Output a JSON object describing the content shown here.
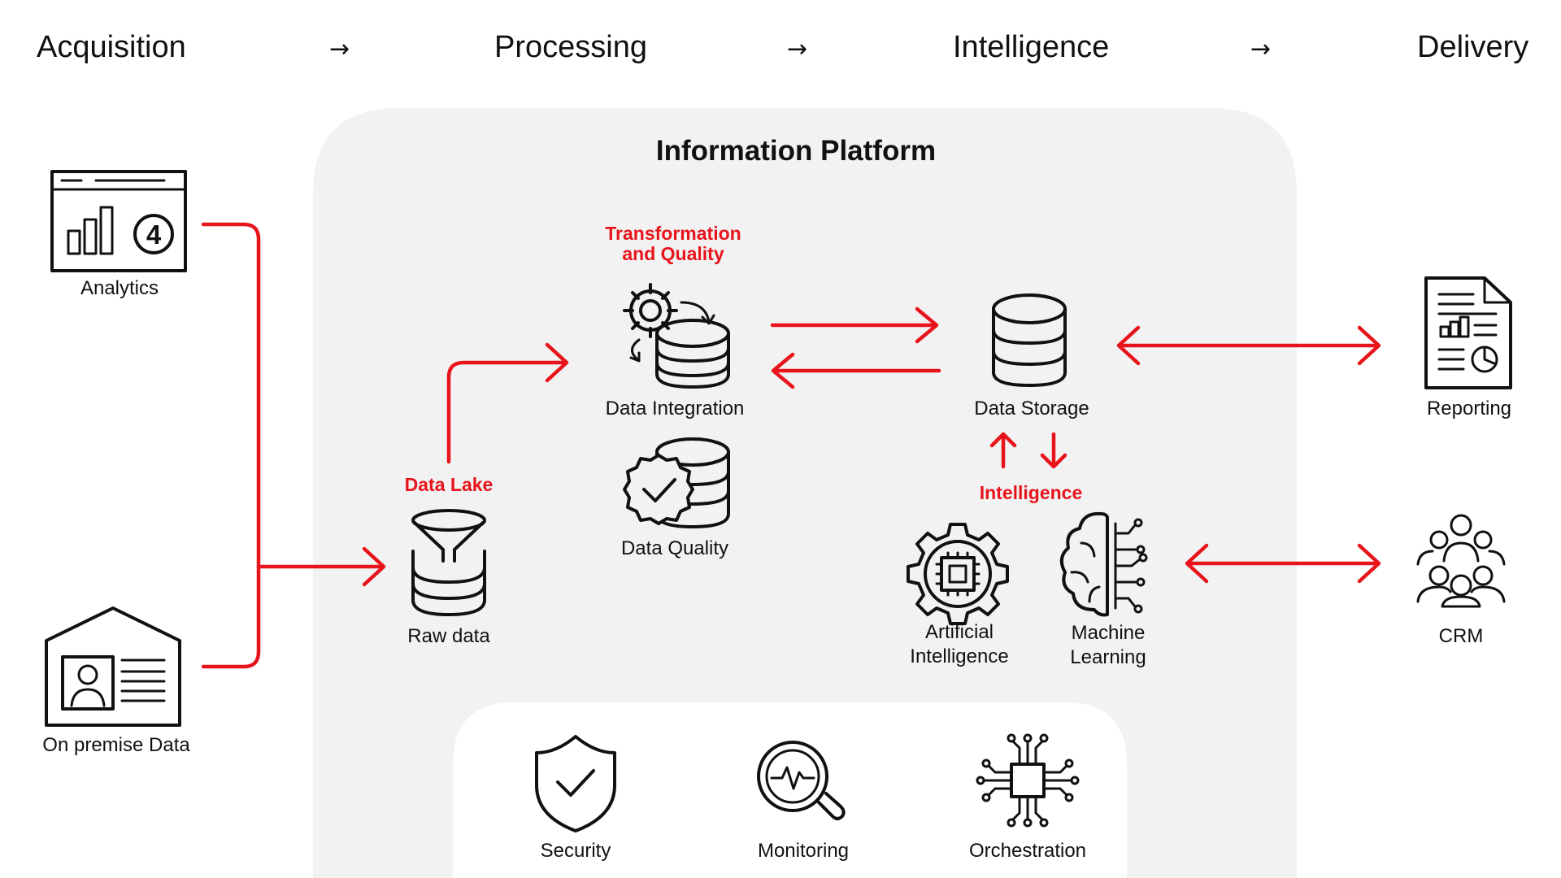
{
  "stages": {
    "acquisition": "Acquisition",
    "processing": "Processing",
    "intelligence": "Intelligence",
    "delivery": "Delivery",
    "arrow": "→"
  },
  "platform": {
    "title": "Information Platform"
  },
  "sources": {
    "analytics": "Analytics",
    "analytics_badge": "4",
    "on_premise": "On premise Data"
  },
  "processing": {
    "data_lake_heading": "Data Lake",
    "raw_data": "Raw data",
    "transformation_line1": "Transformation",
    "transformation_line2": "and Quality",
    "data_integration": "Data Integration",
    "data_quality": "Data Quality"
  },
  "intelligence": {
    "data_storage": "Data Storage",
    "heading": "Intelligence",
    "ai_line1": "Artificial",
    "ai_line2": "Intelligence",
    "ml_line1": "Machine",
    "ml_line2": "Learning"
  },
  "delivery": {
    "reporting": "Reporting",
    "crm": "CRM"
  },
  "foundation": {
    "security": "Security",
    "monitoring": "Monitoring",
    "orchestration": "Orchestration"
  },
  "colors": {
    "accent": "#e8141c",
    "platform_bg": "#f2f2f2",
    "foundation_bg": "#ffffff",
    "ink": "#111111"
  }
}
